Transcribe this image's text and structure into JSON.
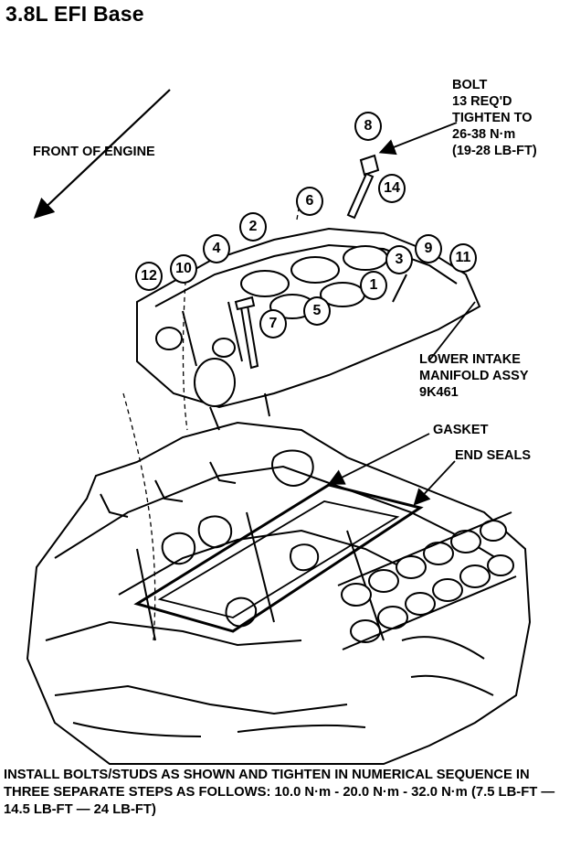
{
  "title": "3.8L EFI Base",
  "labels": {
    "front_of_engine": "FRONT OF ENGINE",
    "bolt": [
      "BOLT",
      "13 REQ'D",
      "TIGHTEN TO",
      "26-38 N·m",
      "(19-28 LB-FT)"
    ],
    "lower_intake": [
      "LOWER INTAKE",
      "MANIFOLD ASSY",
      "9K461"
    ],
    "gasket": "GASKET",
    "end_seals": "END SEALS"
  },
  "instruction": "INSTALL BOLTS/STUDS AS SHOWN AND TIGHTEN IN NUMERICAL SEQUENCE IN THREE SEPARATE STEPS AS FOLLOWS: 10.0 N·m - 20.0 N·m - 32.0 N·m (7.5 LB-FT — 14.5 LB-FT — 24 LB-FT)",
  "callouts": [
    "1",
    "2",
    "3",
    "4",
    "5",
    "6",
    "7",
    "8",
    "9",
    "10",
    "11",
    "12",
    "14"
  ]
}
